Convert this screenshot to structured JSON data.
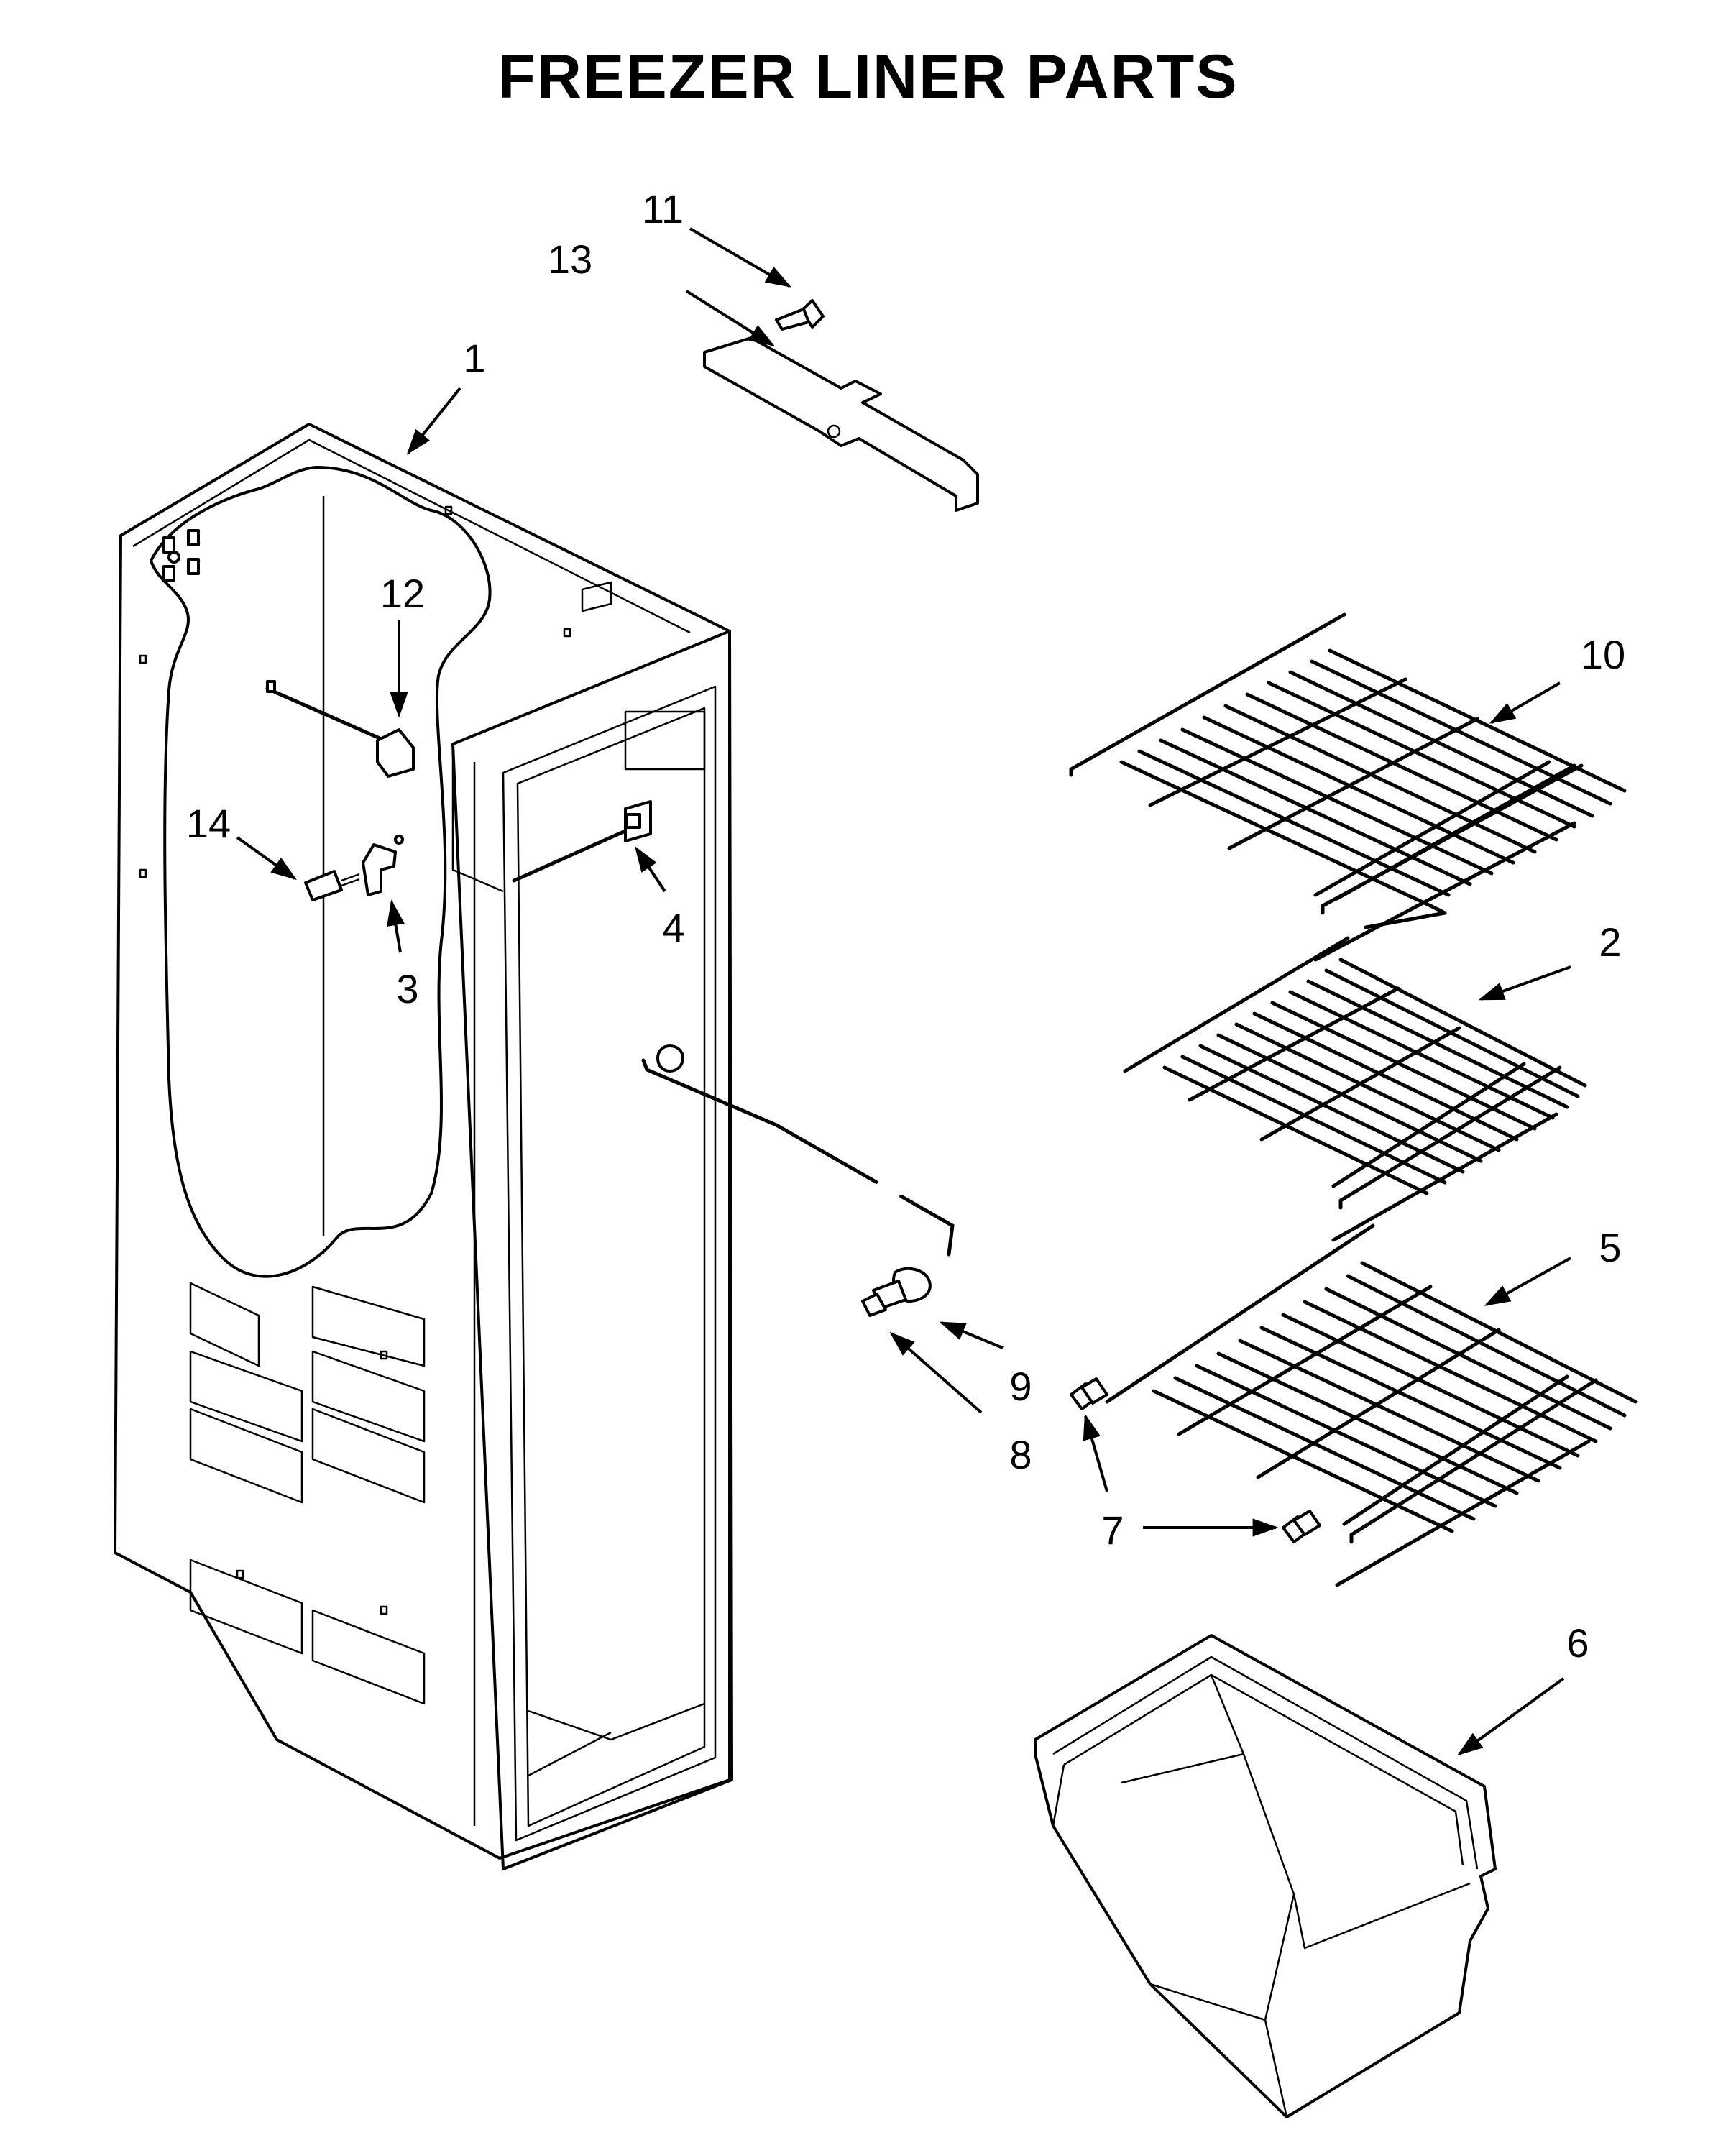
{
  "title": "FREEZER LINER PARTS",
  "callouts": [
    {
      "id": "1",
      "label": "1"
    },
    {
      "id": "2",
      "label": "2"
    },
    {
      "id": "3",
      "label": "3"
    },
    {
      "id": "4",
      "label": "4"
    },
    {
      "id": "5",
      "label": "5"
    },
    {
      "id": "6",
      "label": "6"
    },
    {
      "id": "7",
      "label": "7"
    },
    {
      "id": "8",
      "label": "8"
    },
    {
      "id": "9",
      "label": "9"
    },
    {
      "id": "10",
      "label": "10"
    },
    {
      "id": "11",
      "label": "11"
    },
    {
      "id": "12",
      "label": "12"
    },
    {
      "id": "13",
      "label": "13"
    },
    {
      "id": "14",
      "label": "14"
    }
  ]
}
